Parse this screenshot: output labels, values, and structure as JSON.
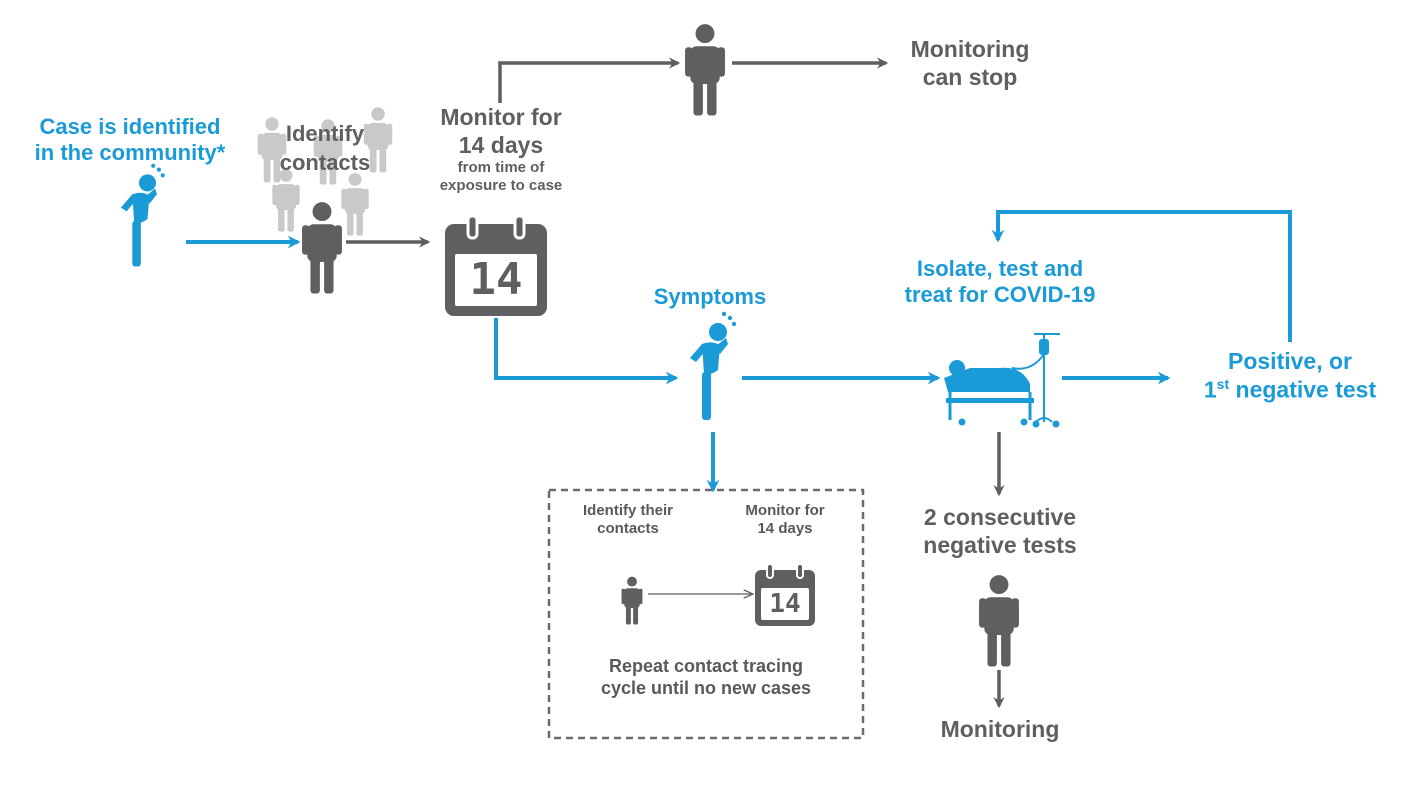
{
  "colors": {
    "blue": "#1a9bd7",
    "gray": "#5f5f5f",
    "light_gray": "#c9c9c9",
    "dashed_border": "#6b6b6b"
  },
  "labels": {
    "case_identified_line1": "Case is identified",
    "case_identified_line2": "in the community*",
    "identify_contacts_line1": "Identify",
    "identify_contacts_line2": "contacts",
    "monitor_line1": "Monitor for",
    "monitor_line2": "14 days",
    "monitor_line3": "from time of",
    "monitor_line4": "exposure to case",
    "monitoring_stop_line1": "Monitoring",
    "monitoring_stop_line2": "can stop",
    "symptoms": "Symptoms",
    "isolate_line1": "Isolate, test and",
    "isolate_line2": "treat for COVID-19",
    "positive_line1": "Positive, or",
    "positive_line2_num": "1",
    "positive_line2_sup": "st",
    "positive_line2_rest": " negative test",
    "consecutive_line1": "2 consecutive",
    "consecutive_line2": "negative tests",
    "monitoring_bottom": "Monitoring",
    "box_identify_line1": "Identify their",
    "box_identify_line2": "contacts",
    "box_monitor_line1": "Monitor for",
    "box_monitor_line2": "14 days",
    "box_repeat_line1": "Repeat contact tracing",
    "box_repeat_line2": "cycle until no new cases",
    "calendar_number": "14",
    "box_calendar_number": "14"
  },
  "icons": [
    "coughing-person-icon",
    "person-icon",
    "contacts-group-icon",
    "calendar-icon",
    "hospital-bed-icon",
    "iv-drip-icon"
  ]
}
